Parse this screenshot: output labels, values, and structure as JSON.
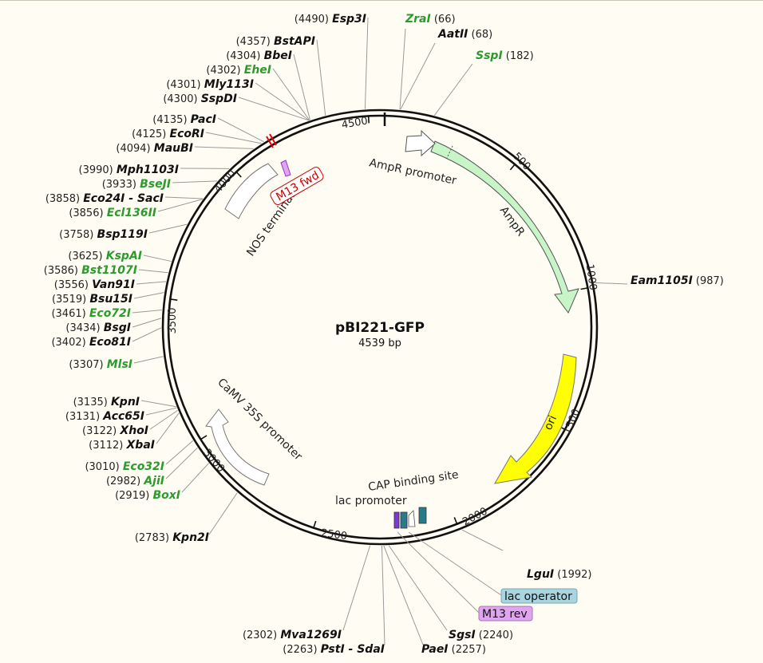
{
  "plasmid": {
    "name": "pBI221-GFP",
    "size_label": "4539 bp",
    "length": 4539
  },
  "colors": {
    "unique_cutter": "#2d9a2d",
    "multi_cutter": "#111111",
    "background": "#fffdf3"
  },
  "ticks": [
    "500",
    "1000",
    "1500",
    "2000",
    "2500",
    "3000",
    "3500",
    "4000",
    "4500"
  ],
  "tick_positions": [
    500,
    1000,
    1500,
    2000,
    2500,
    3000,
    3500,
    4000,
    4500
  ],
  "features": [
    {
      "id": "ampr",
      "label": "AmpR",
      "color": "#c8f5c8"
    },
    {
      "id": "ampr-promoter",
      "label": "AmpR promoter",
      "color": "#ffffff"
    },
    {
      "id": "ori",
      "label": "ori",
      "color": "#ffff00"
    },
    {
      "id": "camv-35s-promoter",
      "label": "CaMV 35S promoter",
      "color": "#ffffff"
    },
    {
      "id": "nos-terminator",
      "label": "NOS terminator",
      "color": "#ffffff"
    },
    {
      "id": "cap-binding-site",
      "label": "CAP binding site",
      "color": "#ffffff"
    },
    {
      "id": "lac-promoter",
      "label": "lac promoter",
      "color": "#ffffff"
    }
  ],
  "boxed_features": [
    {
      "id": "m13-fwd",
      "label": "M13 fwd",
      "color": "#ffffff",
      "text_color": "#cc0000"
    },
    {
      "id": "lac-operator",
      "label": "lac operator",
      "color": "#a9d4e0"
    },
    {
      "id": "m13-rev",
      "label": "M13 rev",
      "color": "#dfa5f0"
    }
  ],
  "enzymes": [
    {
      "name": "ZraI",
      "pos": "(66)",
      "unique": true
    },
    {
      "name": "AatII",
      "pos": "(68)",
      "unique": false
    },
    {
      "name": "SspI",
      "pos": "(182)",
      "unique": true
    },
    {
      "name": "Eam1105I",
      "pos": "(987)",
      "unique": false
    },
    {
      "name": "LguI",
      "pos": "(1992)",
      "unique": false
    },
    {
      "name": "SgsI",
      "pos": "(2240)",
      "unique": false
    },
    {
      "name": "PaeI",
      "pos": "(2257)",
      "unique": false
    },
    {
      "name": "PstI - SdaI",
      "pos": "(2263)",
      "unique": false
    },
    {
      "name": "Mva1269I",
      "pos": "(2302)",
      "unique": false
    },
    {
      "name": "Kpn2I",
      "pos": "(2783)",
      "unique": false
    },
    {
      "name": "BoxI",
      "pos": "(2919)",
      "unique": true
    },
    {
      "name": "AjiI",
      "pos": "(2982)",
      "unique": true
    },
    {
      "name": "Eco32I",
      "pos": "(3010)",
      "unique": true
    },
    {
      "name": "XbaI",
      "pos": "(3112)",
      "unique": false
    },
    {
      "name": "XhoI",
      "pos": "(3122)",
      "unique": false
    },
    {
      "name": "Acc65I",
      "pos": "(3131)",
      "unique": false
    },
    {
      "name": "KpnI",
      "pos": "(3135)",
      "unique": false
    },
    {
      "name": "MlsI",
      "pos": "(3307)",
      "unique": true
    },
    {
      "name": "Eco81I",
      "pos": "(3402)",
      "unique": false
    },
    {
      "name": "BsgI",
      "pos": "(3434)",
      "unique": false
    },
    {
      "name": "Eco72I",
      "pos": "(3461)",
      "unique": true
    },
    {
      "name": "Bsu15I",
      "pos": "(3519)",
      "unique": false
    },
    {
      "name": "Van91I",
      "pos": "(3556)",
      "unique": false
    },
    {
      "name": "Bst1107I",
      "pos": "(3586)",
      "unique": true
    },
    {
      "name": "KspAI",
      "pos": "(3625)",
      "unique": true
    },
    {
      "name": "Bsp119I",
      "pos": "(3758)",
      "unique": false
    },
    {
      "name": "Ecl136II",
      "pos": "(3856)",
      "unique": true
    },
    {
      "name": "Eco24I - SacI",
      "pos": "(3858)",
      "unique": false
    },
    {
      "name": "BseJI",
      "pos": "(3933)",
      "unique": true
    },
    {
      "name": "Mph1103I",
      "pos": "(3990)",
      "unique": false
    },
    {
      "name": "MauBI",
      "pos": "(4094)",
      "unique": false
    },
    {
      "name": "EcoRI",
      "pos": "(4125)",
      "unique": false
    },
    {
      "name": "PacI",
      "pos": "(4135)",
      "unique": false
    },
    {
      "name": "SspDI",
      "pos": "(4300)",
      "unique": false
    },
    {
      "name": "Mly113I",
      "pos": "(4301)",
      "unique": false
    },
    {
      "name": "EheI",
      "pos": "(4302)",
      "unique": true
    },
    {
      "name": "BbeI",
      "pos": "(4304)",
      "unique": false
    },
    {
      "name": "BstAPI",
      "pos": "(4357)",
      "unique": false
    },
    {
      "name": "Esp3I",
      "pos": "(4490)",
      "unique": false
    }
  ]
}
